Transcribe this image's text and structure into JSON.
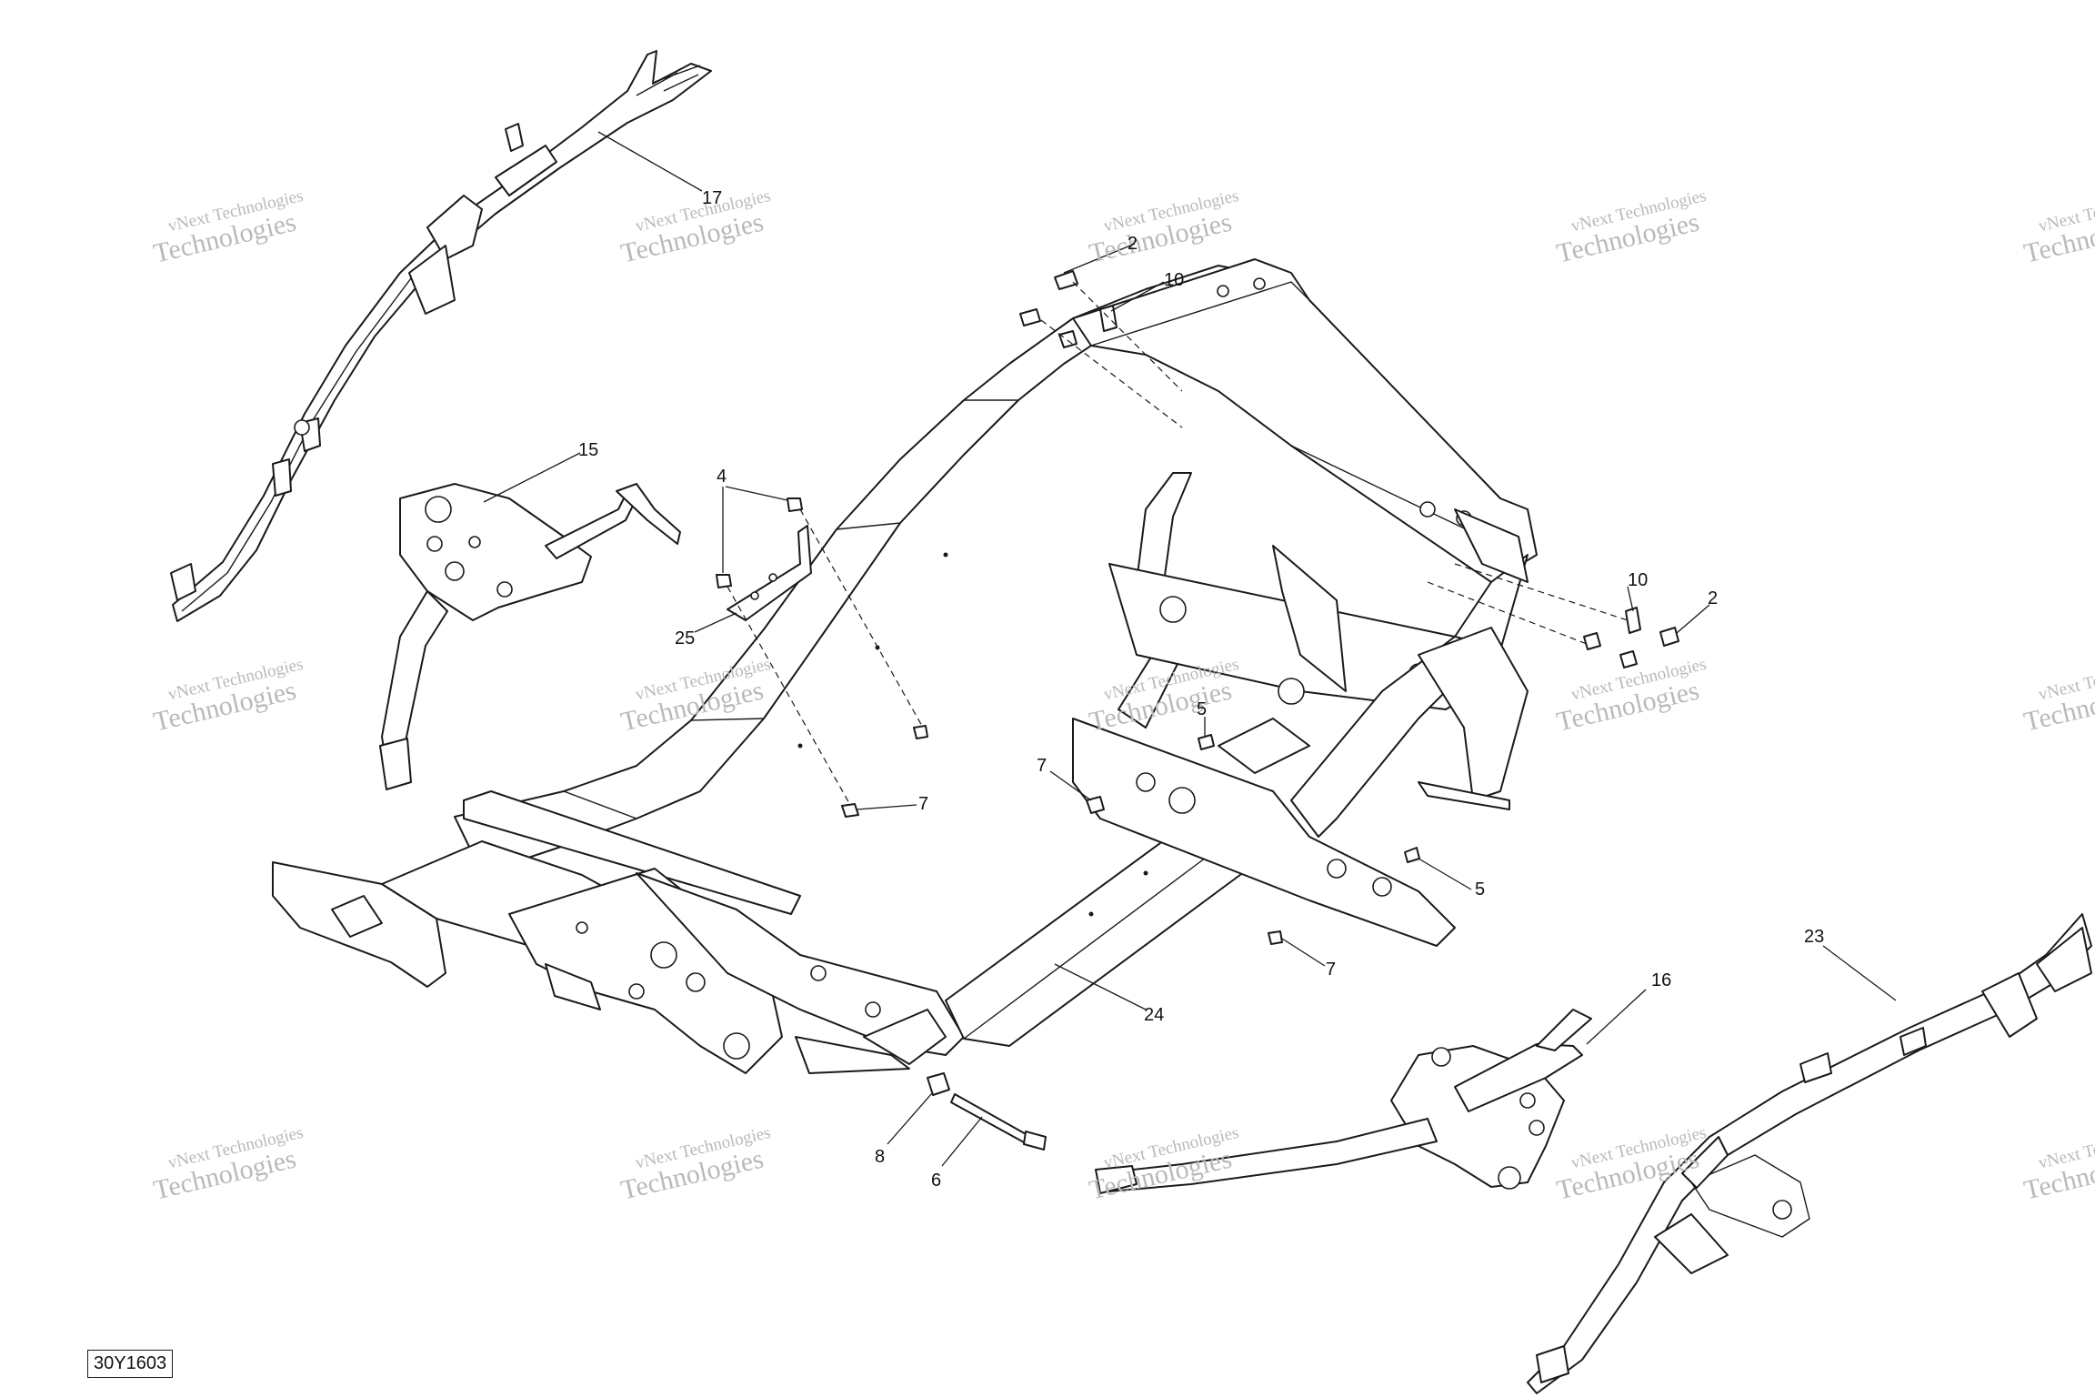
{
  "watermark": {
    "line1": "vNext Technologies",
    "line2": "Technologies",
    "color": "#b9b9b9"
  },
  "reference_code": "30Y1603",
  "callouts": {
    "c17": "17",
    "c15": "15",
    "c2_top": "2",
    "c10_top": "10",
    "c4": "4",
    "c25": "25",
    "c7_mid": "7",
    "c10_right": "10",
    "c2_right": "2",
    "c5_upper": "5",
    "c7_left": "7",
    "c5_right": "5",
    "c7_lower": "7",
    "c24": "24",
    "c16": "16",
    "c23": "23",
    "c8": "8",
    "c6": "6"
  },
  "colors": {
    "line": "#1a1a1a",
    "background": "#ffffff"
  }
}
